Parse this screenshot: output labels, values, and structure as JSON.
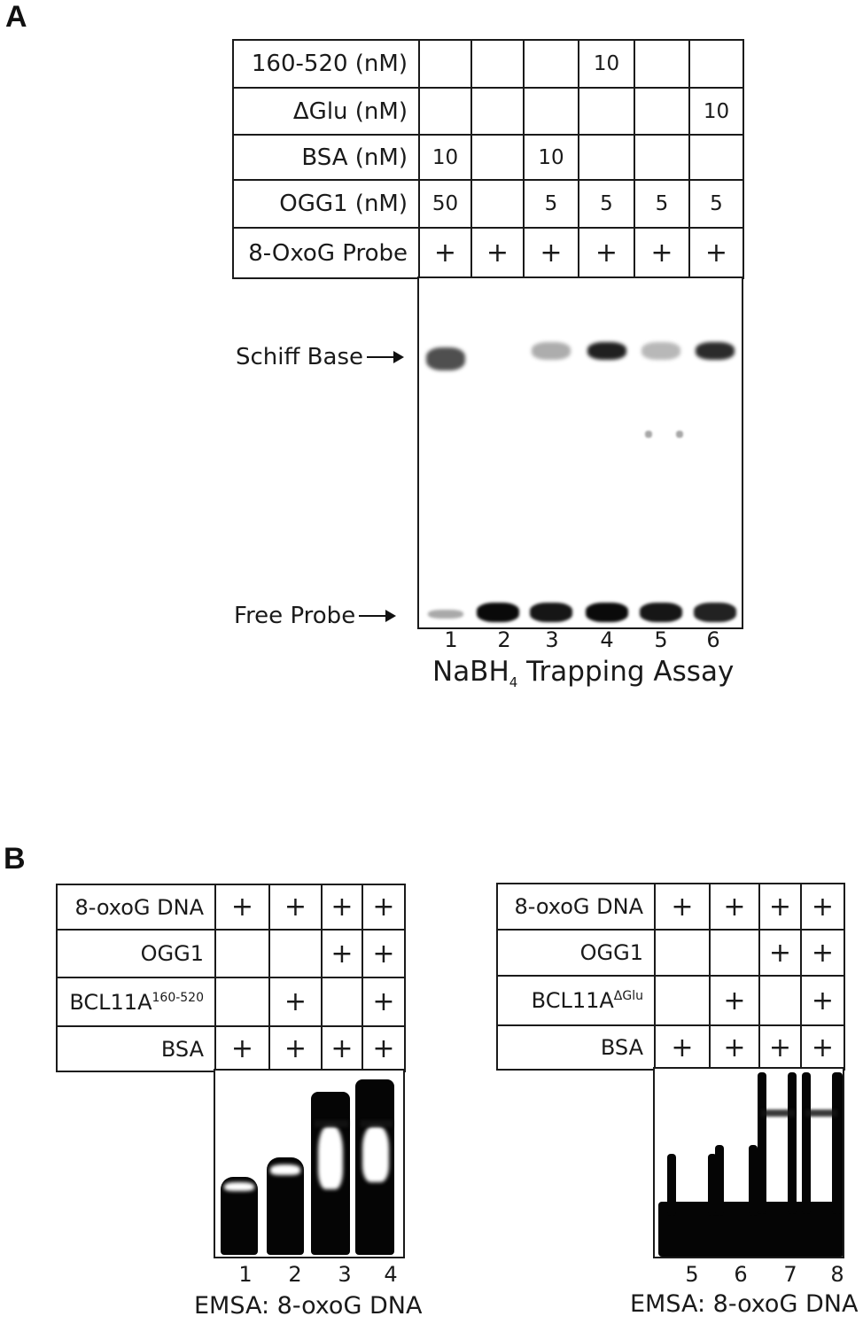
{
  "panel_a": {
    "letter": "A",
    "rows": [
      {
        "label": "160-520 (nM)",
        "values": [
          "",
          "",
          "",
          "10",
          "",
          ""
        ]
      },
      {
        "label": "ΔGlu (nM)",
        "values": [
          "",
          "",
          "",
          "",
          "",
          "10"
        ]
      },
      {
        "label": "BSA (nM)",
        "values": [
          "10",
          "",
          "10",
          "",
          "",
          ""
        ]
      },
      {
        "label": "OGG1 (nM)",
        "values": [
          "50",
          "",
          "5",
          "5",
          "5",
          "5"
        ]
      },
      {
        "label": "8-OxoG Probe",
        "values": [
          "+",
          "+",
          "+",
          "+",
          "+",
          "+"
        ]
      }
    ],
    "markers": {
      "schiff_base": "Schiff Base",
      "free_probe": "Free Probe"
    },
    "lanes": [
      "1",
      "2",
      "3",
      "4",
      "5",
      "6"
    ],
    "caption_pre": "NaBH",
    "caption_sub": "4",
    "caption_post": " Trapping Assay",
    "schiff_band_intensity": [
      0.75,
      0.0,
      0.35,
      0.95,
      0.3,
      0.9
    ],
    "free_probe_intensity": [
      0.35,
      1.0,
      0.95,
      1.0,
      0.95,
      0.9
    ]
  },
  "panel_b": {
    "letter": "B",
    "left": {
      "rows": [
        {
          "label": "8-oxoG DNA",
          "sup": "",
          "values": [
            "+",
            "+",
            "+",
            "+"
          ]
        },
        {
          "label": "OGG1",
          "sup": "",
          "values": [
            "",
            "",
            "+",
            "+"
          ]
        },
        {
          "label": "BCL11A",
          "sup": "160-520",
          "values": [
            "",
            "+",
            "",
            "+"
          ]
        },
        {
          "label": "BSA",
          "sup": "",
          "values": [
            "+",
            "+",
            "+",
            "+"
          ]
        }
      ],
      "lanes": [
        "1",
        "2",
        "3",
        "4"
      ],
      "caption": "EMSA: 8-oxoG DNA"
    },
    "right": {
      "rows": [
        {
          "label": "8-oxoG DNA",
          "sup": "",
          "values": [
            "+",
            "+",
            "+",
            "+"
          ]
        },
        {
          "label": "OGG1",
          "sup": "",
          "values": [
            "",
            "",
            "+",
            "+"
          ]
        },
        {
          "label": "BCL11A",
          "sup": "ΔGlu",
          "values": [
            "",
            "+",
            "",
            "+"
          ]
        },
        {
          "label": "BSA",
          "sup": "",
          "values": [
            "+",
            "+",
            "+",
            "+"
          ]
        }
      ],
      "lanes": [
        "5",
        "6",
        "7",
        "8"
      ],
      "caption": "EMSA: 8-oxoG DNA"
    }
  }
}
